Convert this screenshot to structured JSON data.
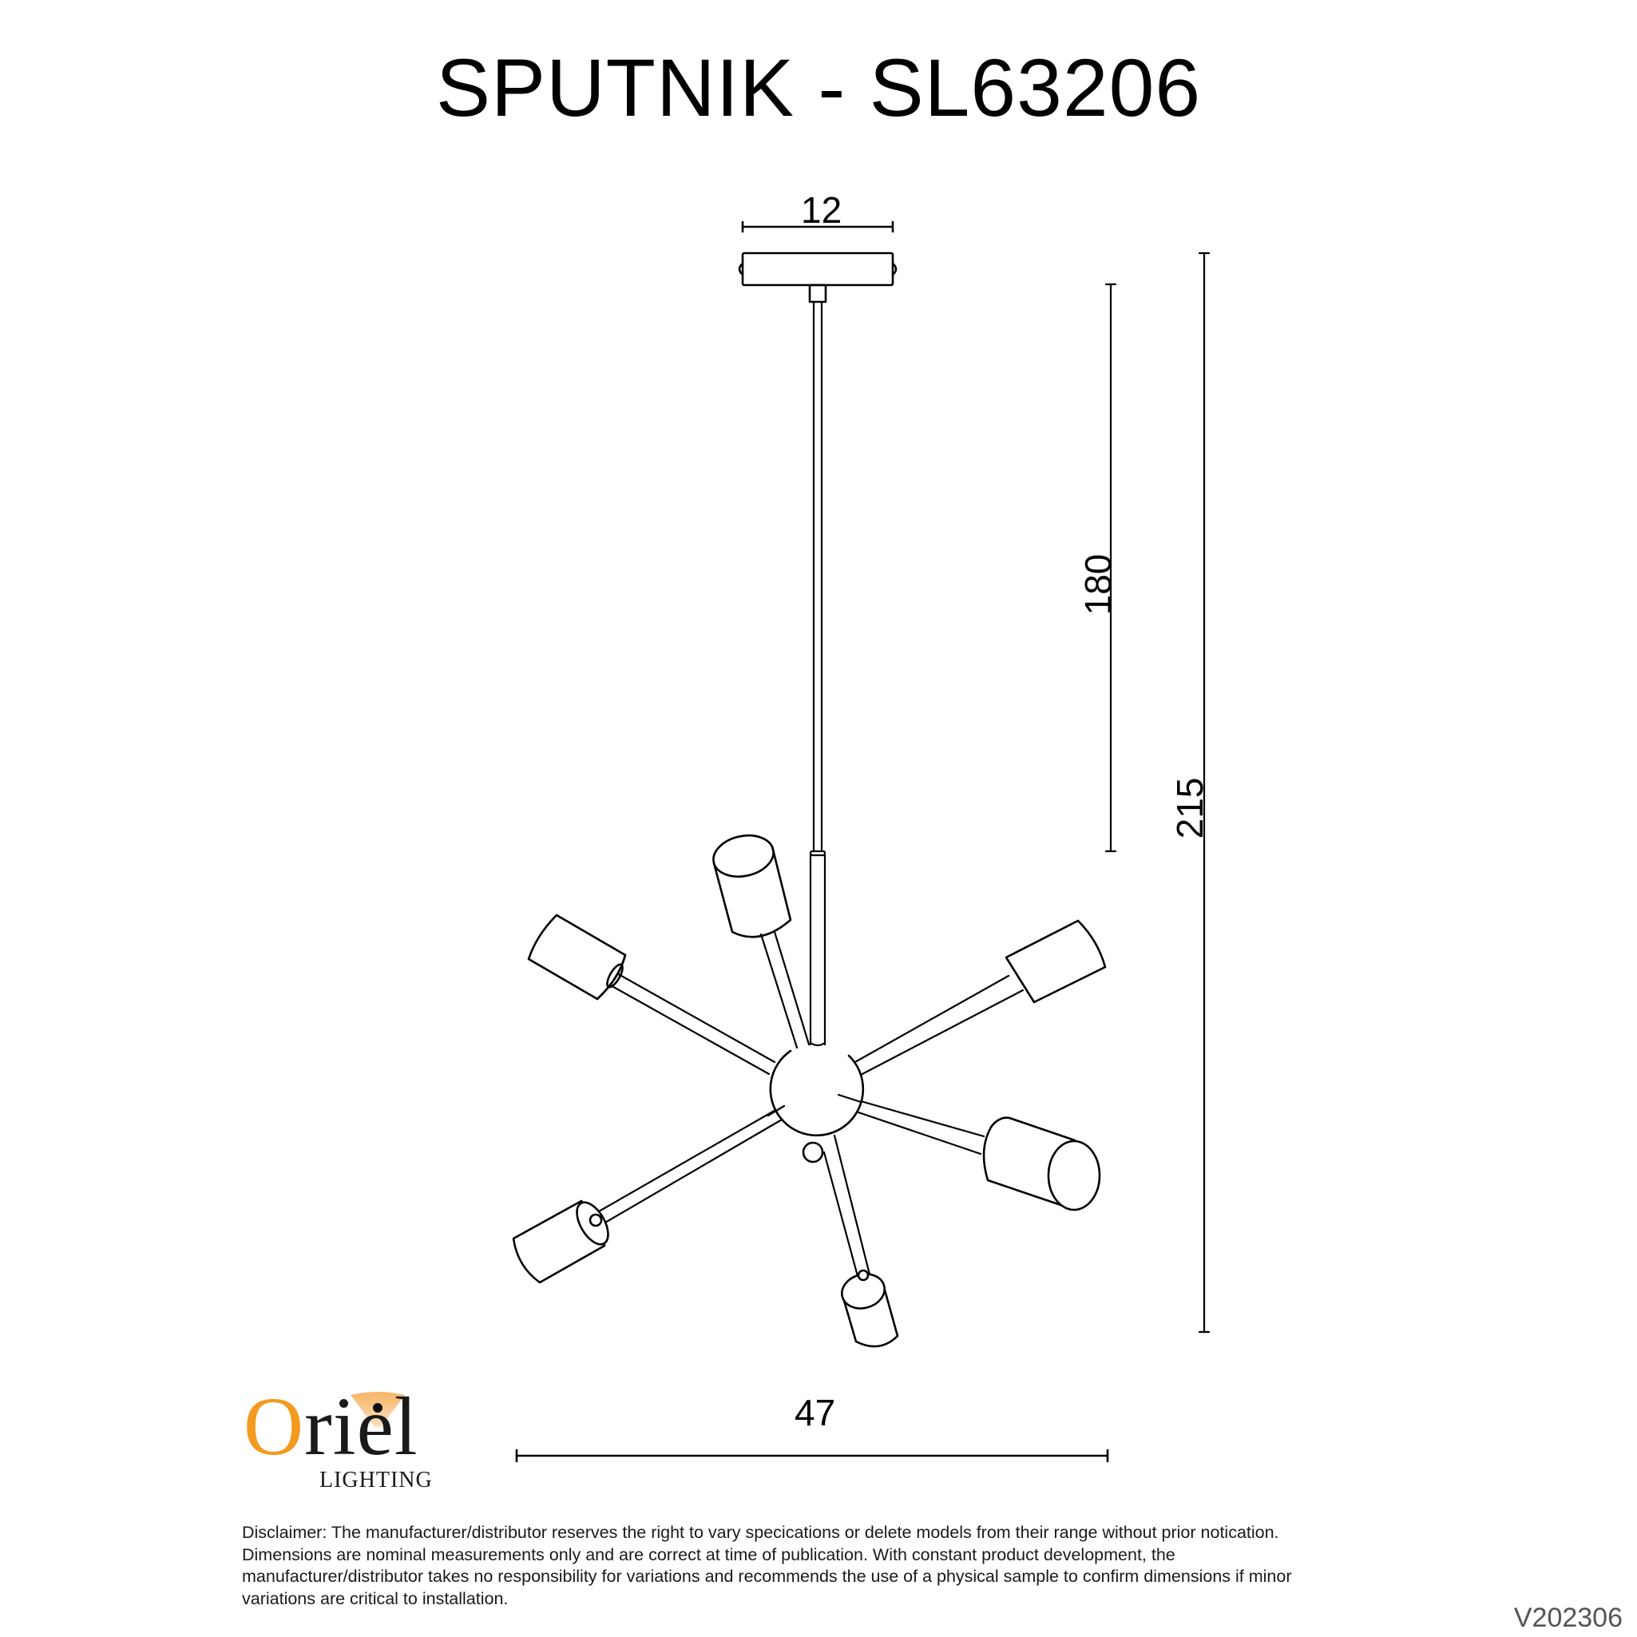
{
  "title": "SPUTNIK - SL63206",
  "dimensions": {
    "canopy_width": "12",
    "drop_height": "180",
    "overall_height": "215",
    "overall_width": "47"
  },
  "logo": {
    "letter_o": "O",
    "letters_rest": "riel",
    "subtitle": "LIGHTING",
    "brand_color": "#F49A1E"
  },
  "disclaimer": {
    "lines": [
      "Disclaimer: The manufacturer/distributor reserves the right to vary specications or delete models from their range without prior notication.",
      "Dimensions are nominal measurements only and are correct at time of publication. With constant product development, the",
      "manufacturer/distributor takes no responsibility for variations and recommends the use of a physical sample to confirm dimensions if minor",
      "variations are critical to installation."
    ]
  },
  "version": "V202306",
  "drawing": {
    "fixture_arms": 6,
    "icons": [
      "canopy",
      "stem-rod",
      "hub-sphere",
      "shade-cylinder"
    ]
  }
}
